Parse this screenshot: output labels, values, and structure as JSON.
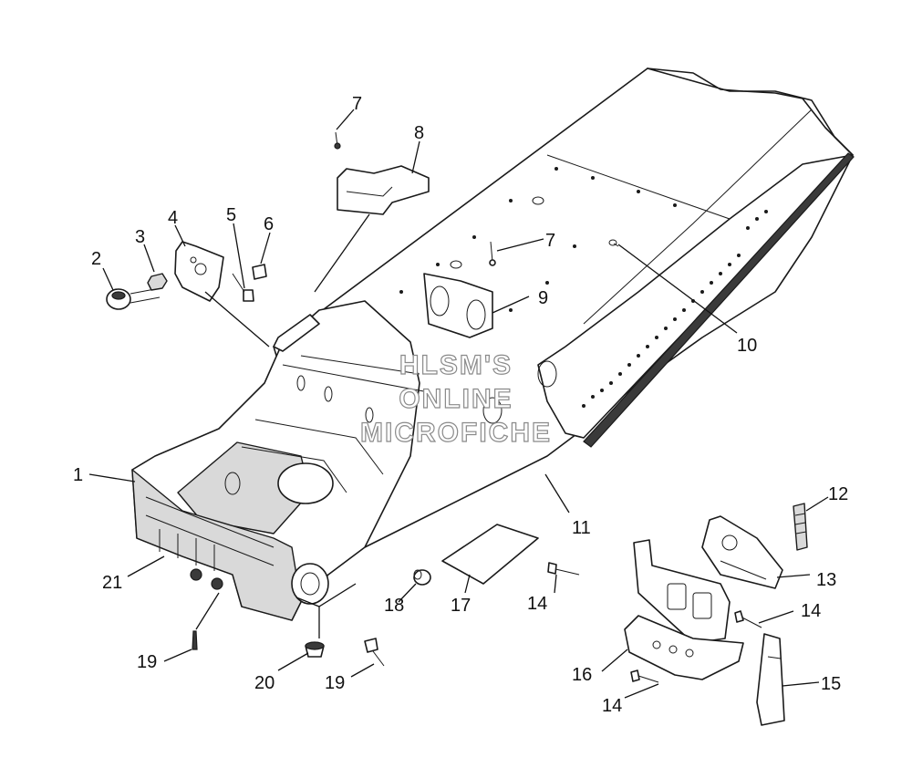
{
  "watermark": {
    "line1": "HLSM'S",
    "line2": "ONLINE",
    "line3": "MICROFICHE"
  },
  "callouts": {
    "c1": "1",
    "c2": "2",
    "c3": "3",
    "c4": "4",
    "c5": "5",
    "c6": "6",
    "c7a": "7",
    "c7b": "7",
    "c8": "8",
    "c9": "9",
    "c10": "10",
    "c11": "11",
    "c12": "12",
    "c13": "13",
    "c14a": "14",
    "c14b": "14",
    "c14c": "14",
    "c15": "15",
    "c16": "16",
    "c17": "17",
    "c18": "18",
    "c19a": "19",
    "c19b": "19",
    "c20": "20",
    "c21": "21"
  }
}
